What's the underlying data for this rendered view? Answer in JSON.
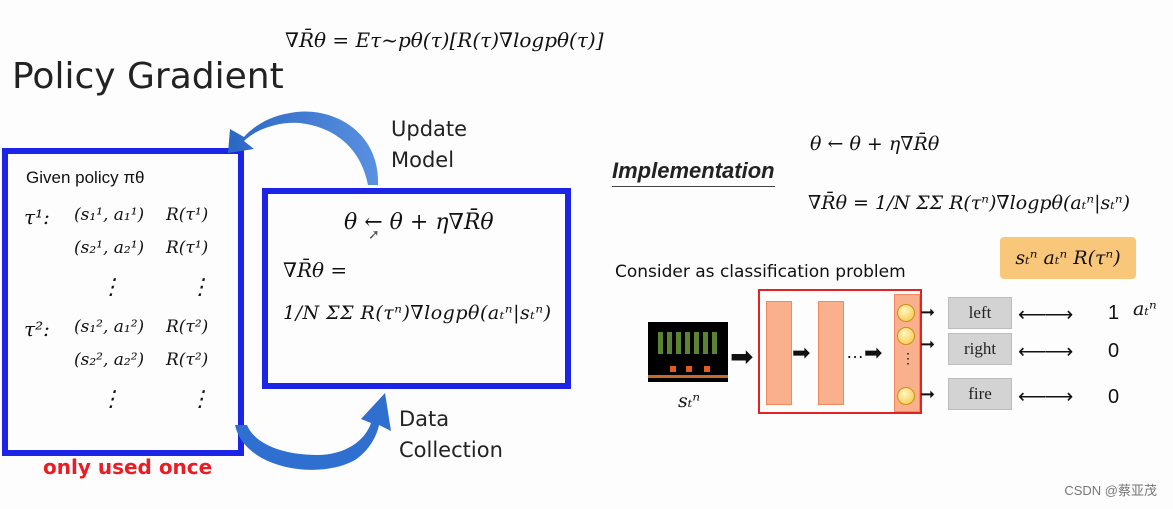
{
  "title": "Policy Gradient",
  "top_formula": "∇R̄θ = Eτ~pθ(τ)[R(τ)∇logpθ(τ)]",
  "left_box": {
    "heading": "Given policy πθ",
    "rows": [
      {
        "tau": "τ¹:",
        "pair": "(s₁¹, a₁¹)",
        "reward": "R(τ¹)"
      },
      {
        "tau": "",
        "pair": "(s₂¹, a₂¹)",
        "reward": "R(τ¹)"
      },
      {
        "tau": "",
        "pair": "⋮",
        "reward": "⋮"
      },
      {
        "tau": "τ²:",
        "pair": "(s₁², a₁²)",
        "reward": "R(τ²)"
      },
      {
        "tau": "",
        "pair": "(s₂², a₂²)",
        "reward": "R(τ²)"
      },
      {
        "tau": "",
        "pair": "⋮",
        "reward": "⋮"
      }
    ]
  },
  "only_used_once": "only used once",
  "update_label_1": "Update",
  "update_label_2": "Model",
  "data_label_1": "Data",
  "data_label_2": "Collection",
  "middle_box": {
    "update": "θ ← θ + η∇R̄θ",
    "grad": "∇R̄θ =",
    "sum": "1/N ΣΣ R(τⁿ)∇logpθ(aₜⁿ|sₜⁿ)"
  },
  "implementation": "Implementation",
  "impl_update": "θ ← θ + η∇R̄θ",
  "impl_grad": "∇R̄θ = 1/N ΣΣ R(τⁿ)∇logpθ(aₜⁿ|sₜⁿ)",
  "orange_label": "sₜⁿ  aₜⁿ  R(τⁿ)",
  "classification": "Consider as classification problem",
  "input_label": "sₜⁿ",
  "outputs": [
    {
      "label": "left",
      "target": "1"
    },
    {
      "label": "right",
      "target": "0"
    },
    {
      "label": "fire",
      "target": "0"
    }
  ],
  "output_tag": "aₜⁿ",
  "watermark": "CSDN @蔡亚茂"
}
